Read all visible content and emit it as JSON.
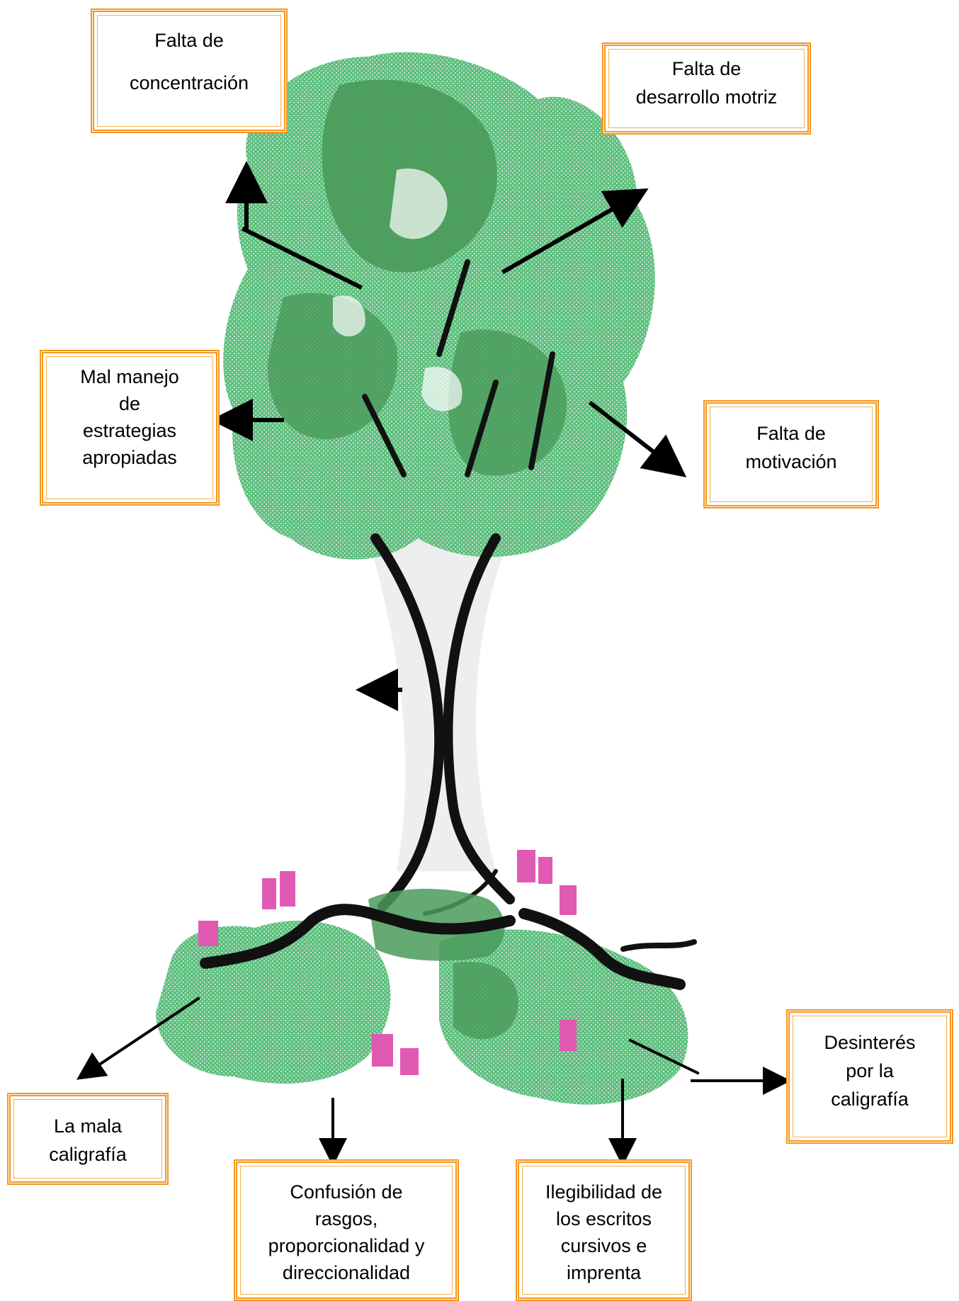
{
  "labels": {
    "top_left": "Falta de\nconcentración",
    "top_right": "Falta de\ndesarrollo motriz",
    "mid_left": "Mal manejo\nde\nestrategias\napropiadas",
    "mid_right": "Falta de\nmotivación",
    "bottom_left": "La mala\ncaligrafía",
    "bottom_center": "Confusión de\nrasgos,\nproporcionalidad y\ndireccionalidad",
    "bottom_right_center": "Ilegibilidad de\nlos escritos\ncursivos e\nimprenta",
    "bottom_right": "Desinterés\npor la\ncaligrafía"
  },
  "colors": {
    "box_border": "#f5961e",
    "leaf_green": "#5fbf7f",
    "dark_green": "#4a9a5a",
    "flower_pink": "#e05ab4",
    "trunk": "#111111"
  }
}
